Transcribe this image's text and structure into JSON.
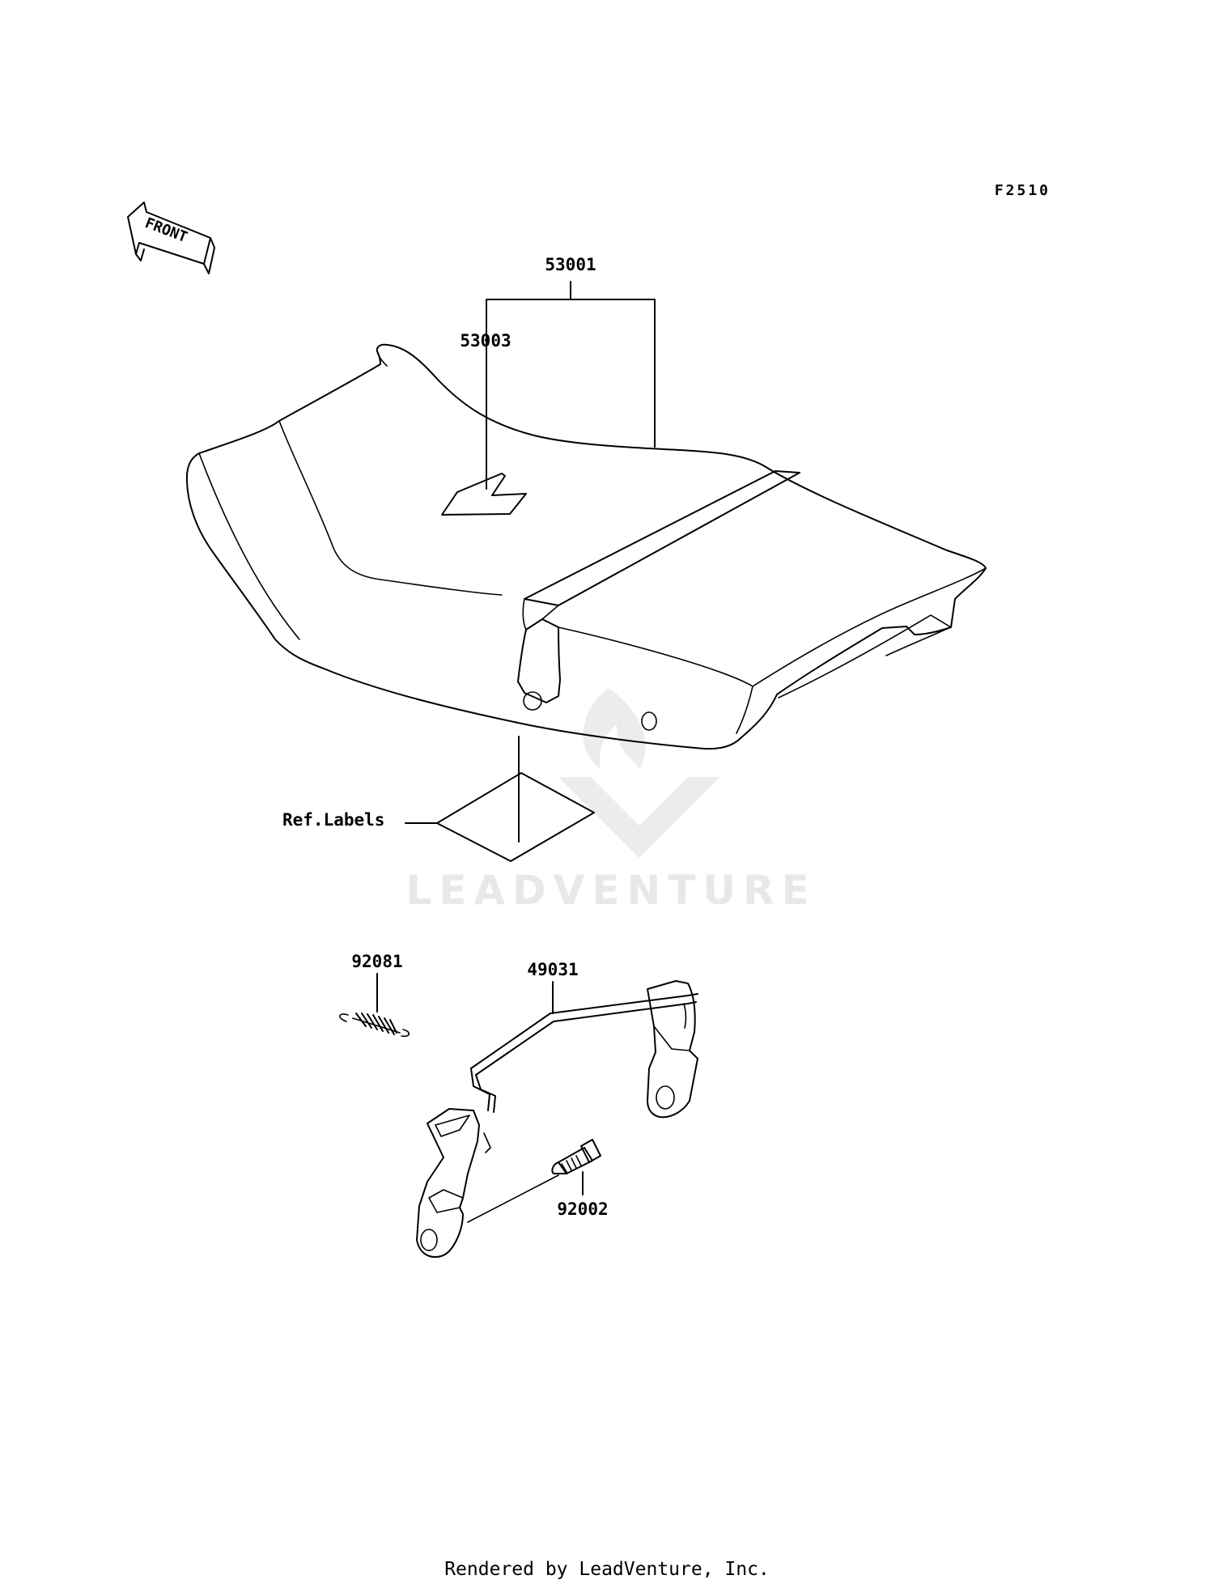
{
  "figure_code": "F2510",
  "front_arrow_text": "FRONT",
  "watermark": {
    "text": "LEADVENTURE",
    "color": "#e8e8e8"
  },
  "parts": [
    {
      "id": "seat-assembly",
      "number": "53001"
    },
    {
      "id": "seat-cover",
      "number": "53003"
    },
    {
      "id": "labels",
      "number": "Ref.Labels"
    },
    {
      "id": "spring",
      "number": "92081"
    },
    {
      "id": "bracket",
      "number": "49031"
    },
    {
      "id": "bolt",
      "number": "92002"
    }
  ],
  "footer": "Rendered by LeadVenture, Inc."
}
